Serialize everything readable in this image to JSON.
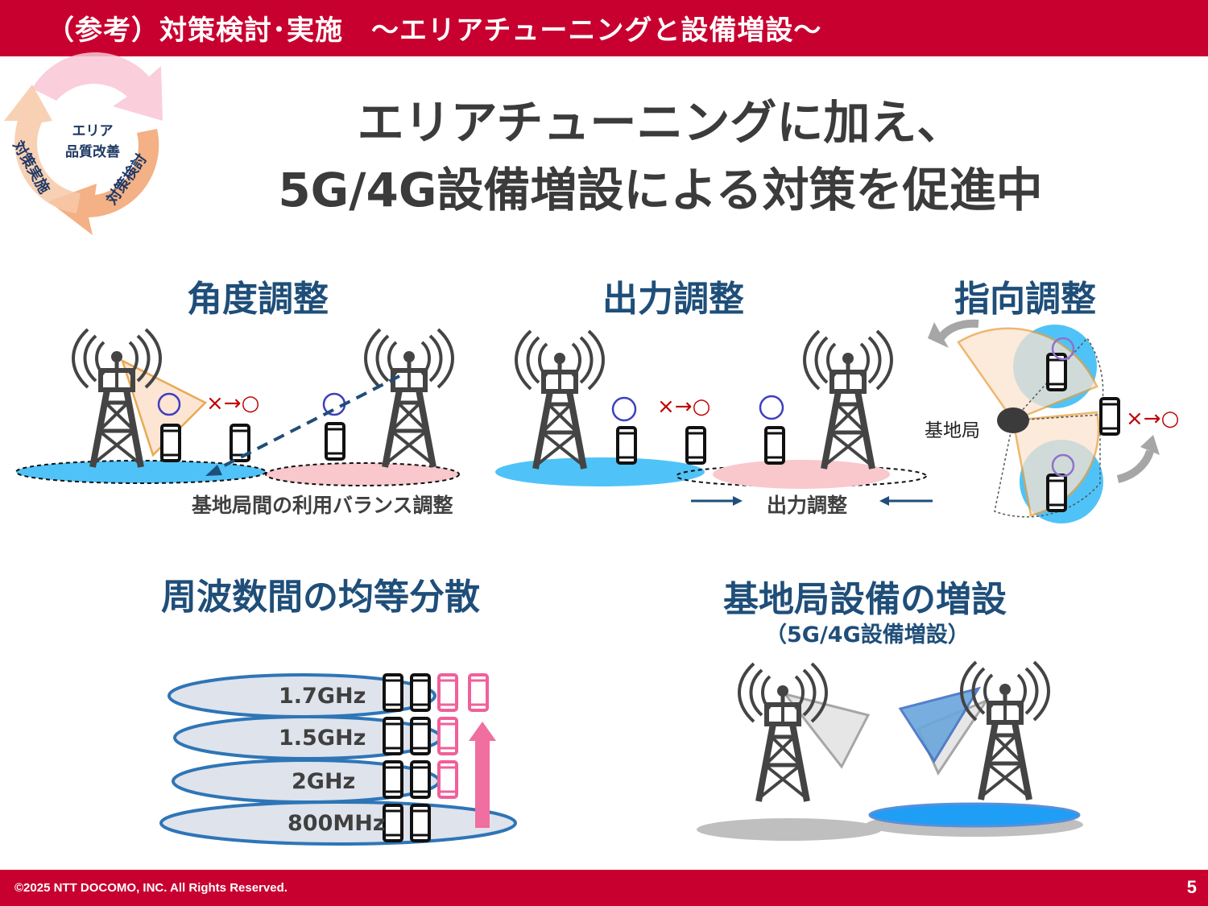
{
  "header": {
    "title": "（参考）対策検討･実施　～エリアチューニングと設備増設～"
  },
  "cycle": {
    "center_line1": "エリア",
    "center_line2": "品質改善",
    "left_label": "対策実施",
    "right_label": "対策検討"
  },
  "main_title": {
    "line1": "エリアチューニングに加え、",
    "line2": "5G/4G設備増設による対策を促進中"
  },
  "sections": {
    "angle": {
      "title": "角度調整",
      "caption": "基地局間の利用バランス調整",
      "marker": "×→○",
      "circle": "○"
    },
    "power": {
      "title": "出力調整",
      "caption": "出力調整",
      "marker": "×→○",
      "circle": "○"
    },
    "direction": {
      "title": "指向調整",
      "station_label": "基地局",
      "marker": "×→○"
    },
    "frequency": {
      "title": "周波数間の均等分散",
      "bands": [
        "1.7GHz",
        "1.5GHz",
        "2GHz",
        "800MHz"
      ]
    },
    "equipment": {
      "title": "基地局設備の増設",
      "subtitle": "（5G/4G設備増設）"
    }
  },
  "footer": {
    "copyright": "©2025 NTT DOCOMO, INC. All Rights Reserved.",
    "page": "5"
  },
  "colors": {
    "brand_red": "#c8002f",
    "heading_blue": "#1f4e79",
    "coverage_blue": "#4fc3f7",
    "coverage_pink": "#f8c8cc",
    "phone_pink": "#f0609a"
  }
}
